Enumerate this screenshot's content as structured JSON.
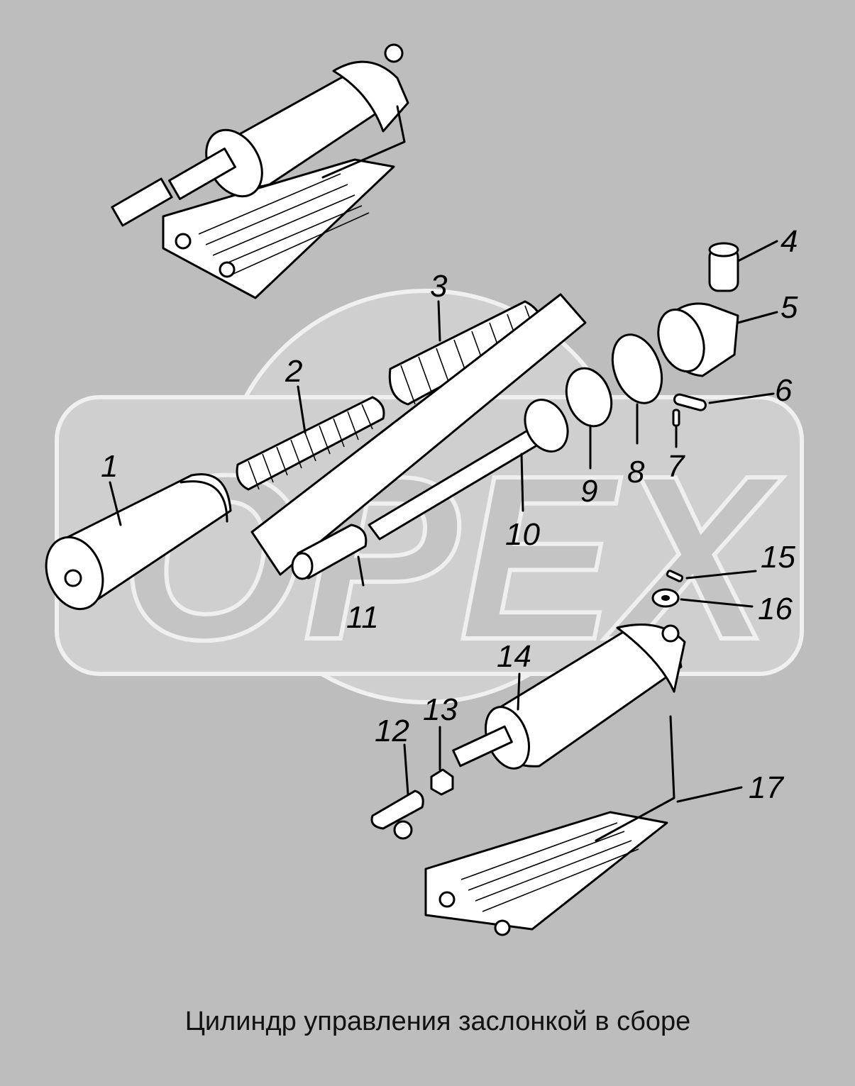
{
  "caption": "Цилиндр управления заслонкой в сборе",
  "watermark": {
    "text": "OPEX"
  },
  "callouts": [
    {
      "id": "1",
      "label": "1"
    },
    {
      "id": "2",
      "label": "2"
    },
    {
      "id": "3",
      "label": "3"
    },
    {
      "id": "4",
      "label": "4"
    },
    {
      "id": "5",
      "label": "5"
    },
    {
      "id": "6",
      "label": "6"
    },
    {
      "id": "7",
      "label": "7"
    },
    {
      "id": "8",
      "label": "8"
    },
    {
      "id": "9",
      "label": "9"
    },
    {
      "id": "10",
      "label": "10"
    },
    {
      "id": "11",
      "label": "11"
    },
    {
      "id": "12",
      "label": "12"
    },
    {
      "id": "13",
      "label": "13"
    },
    {
      "id": "14",
      "label": "14"
    },
    {
      "id": "15",
      "label": "15"
    },
    {
      "id": "16",
      "label": "16"
    },
    {
      "id": "17",
      "label": "17"
    }
  ],
  "colors": {
    "background": "#bdbdbd",
    "watermark": "#cfcfcf",
    "ink": "#000000"
  }
}
